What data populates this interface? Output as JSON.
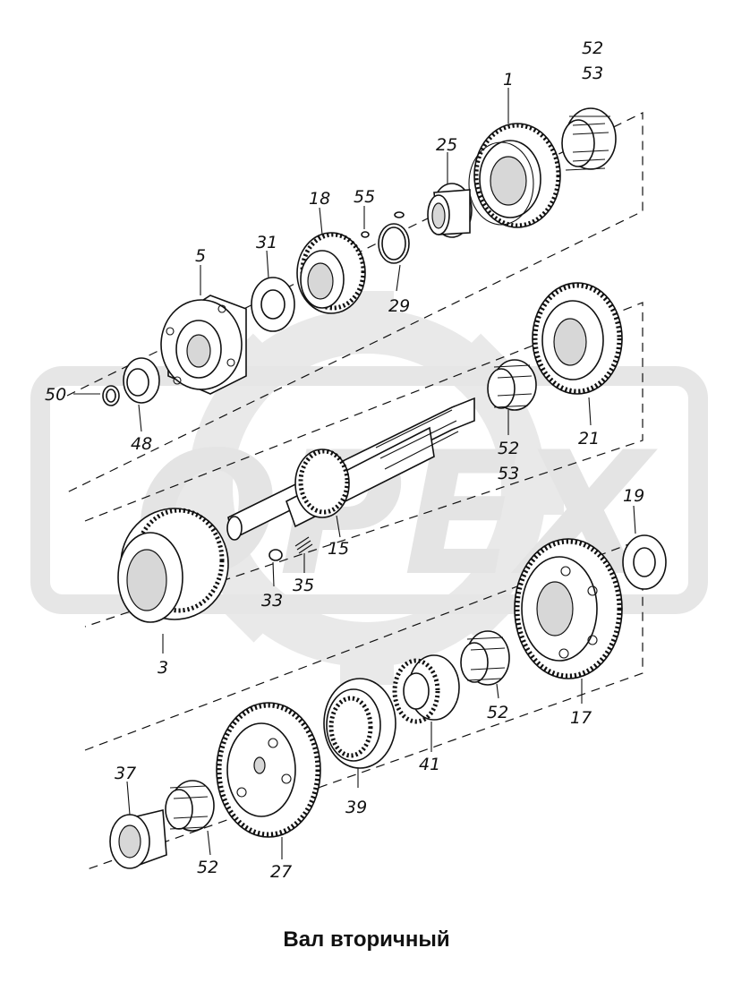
{
  "title": "Вал вторичный",
  "watermark": {
    "text": "OPEX",
    "color": "#e4e4e4"
  },
  "colors": {
    "ink": "#111111",
    "background": "#ffffff",
    "watermark": "#e4e4e4"
  },
  "labels": [
    {
      "id": "l1",
      "text": "1"
    },
    {
      "id": "l52a",
      "text": "52"
    },
    {
      "id": "l53a",
      "text": "53"
    },
    {
      "id": "l25",
      "text": "25"
    },
    {
      "id": "l18",
      "text": "18"
    },
    {
      "id": "l55",
      "text": "55"
    },
    {
      "id": "l31",
      "text": "31"
    },
    {
      "id": "l5",
      "text": "5"
    },
    {
      "id": "l29",
      "text": "29"
    },
    {
      "id": "l50",
      "text": "50"
    },
    {
      "id": "l48",
      "text": "48"
    },
    {
      "id": "l21",
      "text": "21"
    },
    {
      "id": "l52b",
      "text": "52"
    },
    {
      "id": "l53b",
      "text": "53"
    },
    {
      "id": "l15",
      "text": "15"
    },
    {
      "id": "l19",
      "text": "19"
    },
    {
      "id": "l3",
      "text": "3"
    },
    {
      "id": "l33",
      "text": "33"
    },
    {
      "id": "l35",
      "text": "35"
    },
    {
      "id": "l17",
      "text": "17"
    },
    {
      "id": "l52c",
      "text": "52"
    },
    {
      "id": "l41",
      "text": "41"
    },
    {
      "id": "l37",
      "text": "37"
    },
    {
      "id": "l39",
      "text": "39"
    },
    {
      "id": "l52d",
      "text": "52"
    },
    {
      "id": "l27",
      "text": "27"
    }
  ]
}
